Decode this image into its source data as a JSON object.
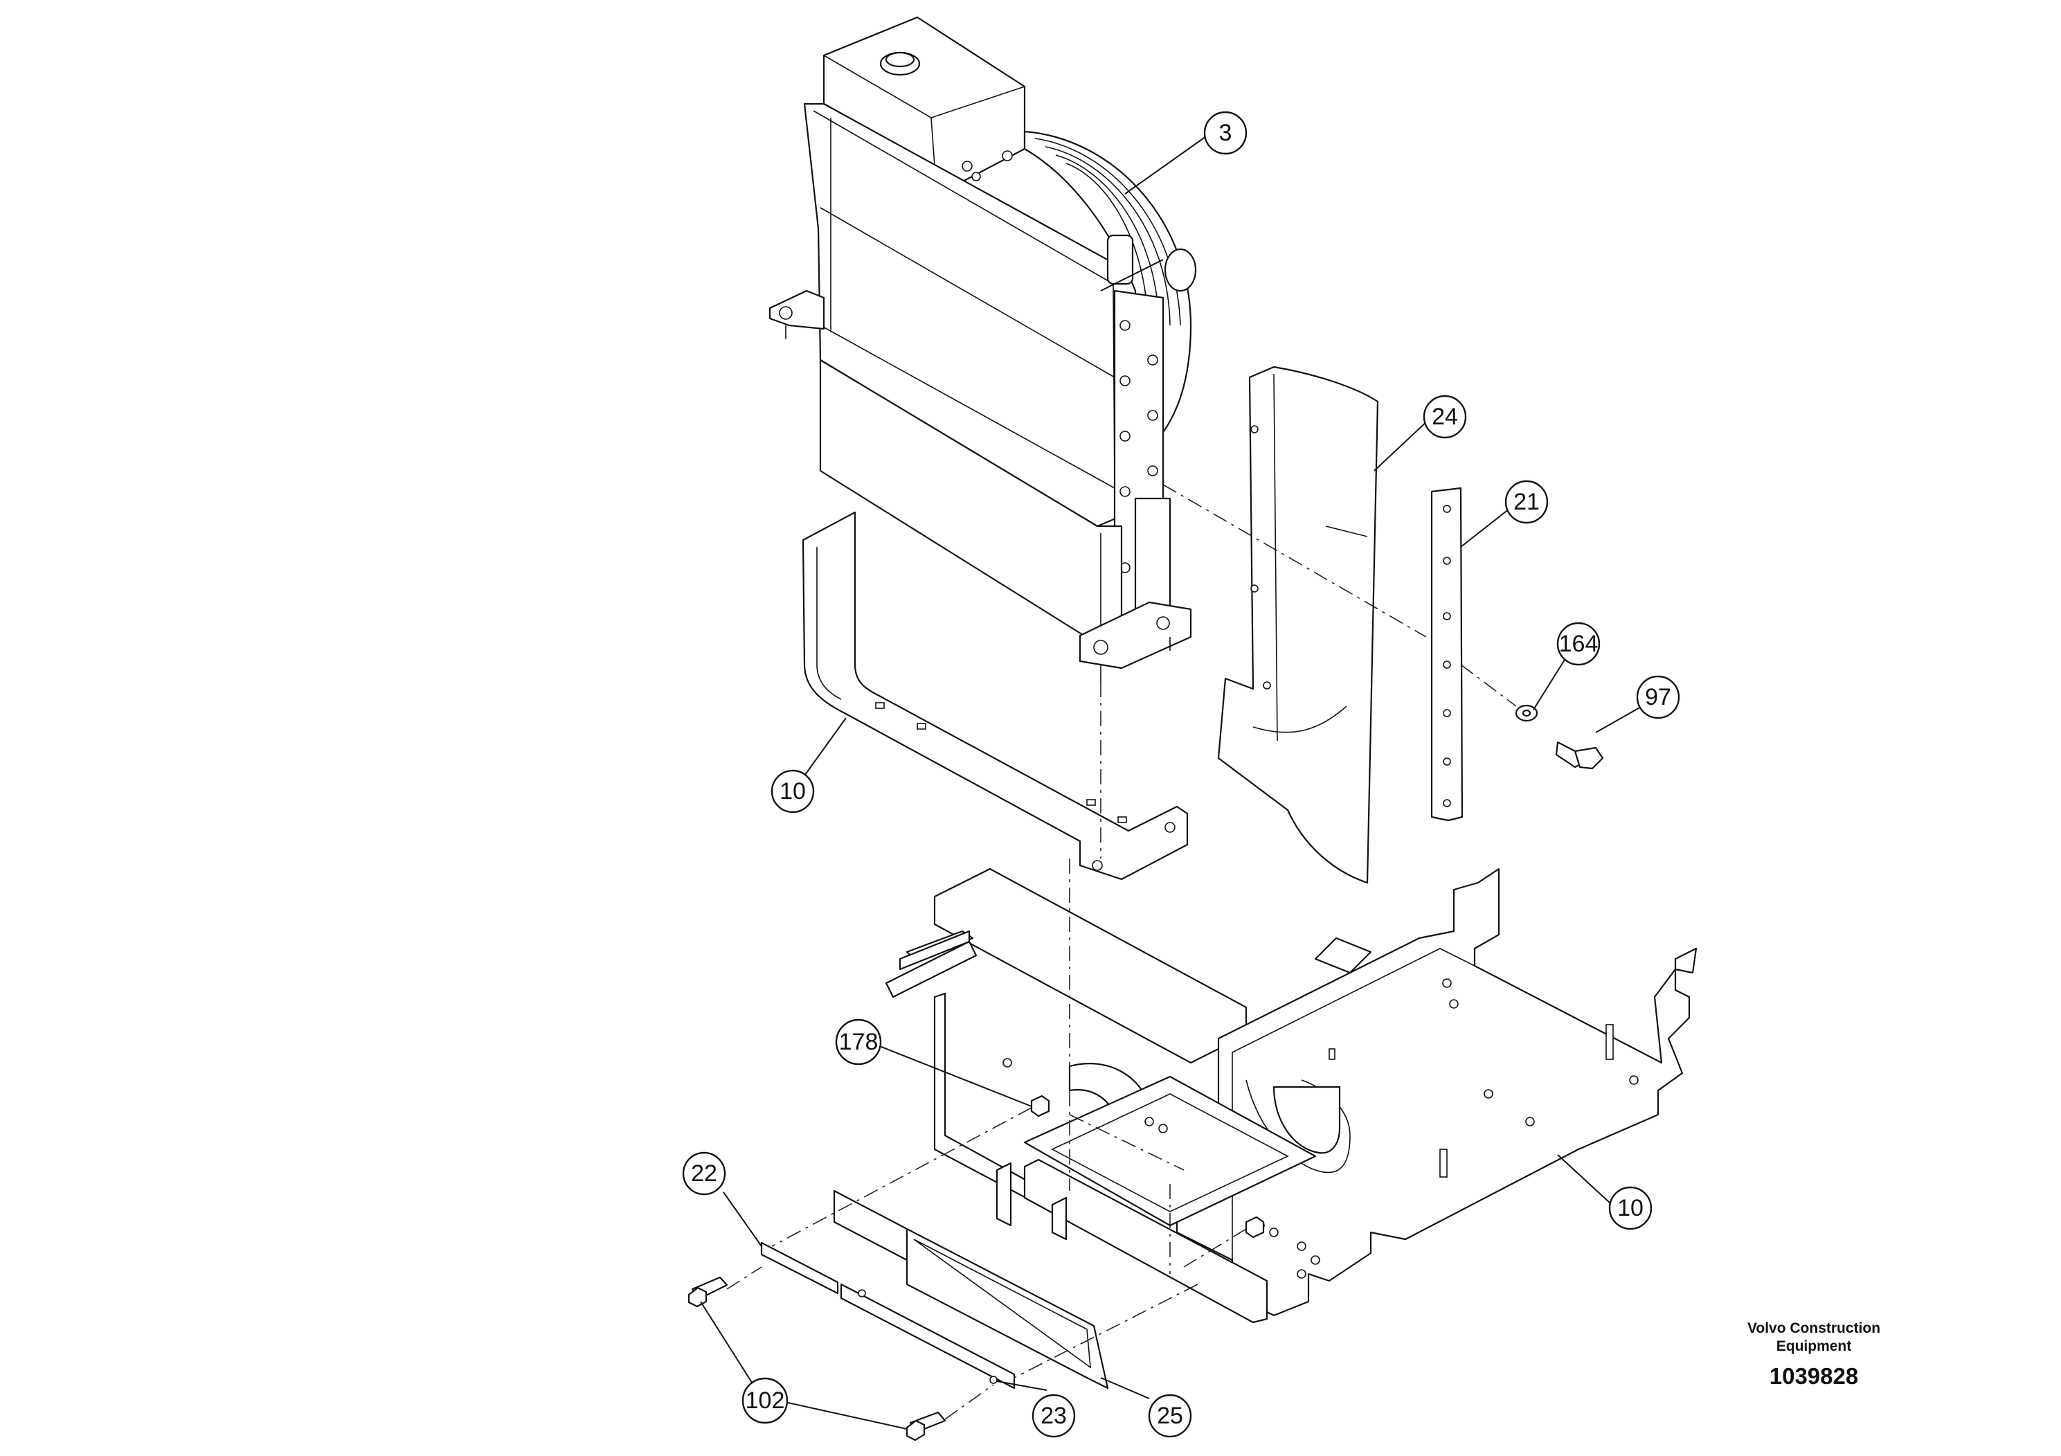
{
  "callouts": [
    {
      "id": "c-3",
      "label": "3"
    },
    {
      "id": "c-24",
      "label": "24"
    },
    {
      "id": "c-21",
      "label": "21"
    },
    {
      "id": "c-164",
      "label": "164"
    },
    {
      "id": "c-97",
      "label": "97"
    },
    {
      "id": "c-10-top",
      "label": "10"
    },
    {
      "id": "c-178",
      "label": "178"
    },
    {
      "id": "c-22",
      "label": "22"
    },
    {
      "id": "c-10-bottom",
      "label": "10"
    },
    {
      "id": "c-102",
      "label": "102"
    },
    {
      "id": "c-23",
      "label": "23"
    },
    {
      "id": "c-25",
      "label": "25"
    }
  ],
  "brand": {
    "line1": "Volvo Construction",
    "line2": "Equipment",
    "drawing_number": "1039828"
  }
}
